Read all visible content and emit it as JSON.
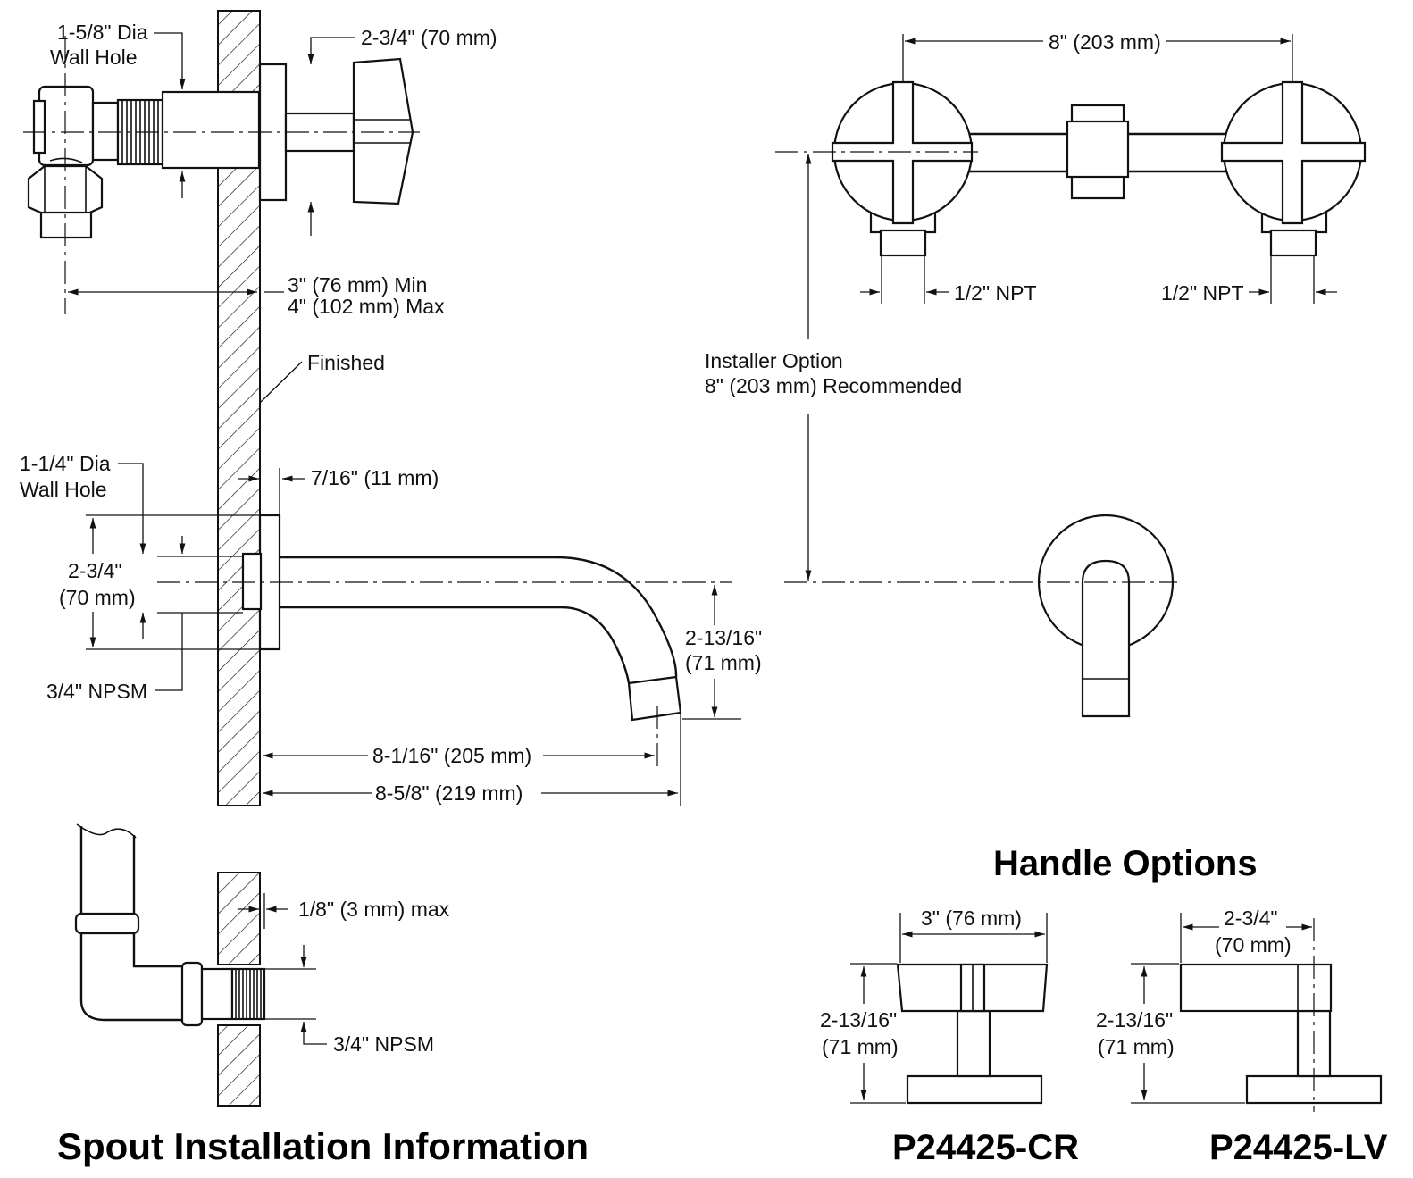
{
  "labels": {
    "wall_hole_1": "1-5/8\" Dia",
    "wall_hole_1b": "Wall Hole",
    "handle_depth": "2-3/4\" (70 mm)",
    "min_depth": "3\" (76 mm) Min",
    "max_depth": "4\" (102 mm) Max",
    "finished": "Finished",
    "wall_hole_2": "1-1/4\" Dia",
    "wall_hole_2b": "Wall Hole",
    "flange_gap": "7/16\" (11 mm)",
    "escutcheon_a": "2-3/4\"",
    "escutcheon_b": "(70 mm)",
    "npsm_spout": "3/4\" NPSM",
    "spout_height_a": "2-13/16\"",
    "spout_height_b": "(71 mm)",
    "spout_reach_1": "8-1/16\" (205 mm)",
    "spout_reach_2": "8-5/8\" (219 mm)",
    "centers": "8\" (203 mm)",
    "npt_left": "1/2\" NPT",
    "npt_right": "1/2\" NPT",
    "installer_a": "Installer Option",
    "installer_b": "8\" (203 mm) Recommended",
    "thread_max": "1/8\" (3 mm) max",
    "npsm_pipe": "3/4\" NPSM",
    "cr_width": "3\" (76 mm)",
    "cr_height_a": "2-13/16\"",
    "cr_height_b": "(71 mm)",
    "lv_width_a": "2-3/4\"",
    "lv_width_b": "(70 mm)",
    "lv_height_a": "2-13/16\"",
    "lv_height_b": "(71 mm)"
  },
  "headings": {
    "handle_options": "Handle Options",
    "spout_installation": "Spout Installation Information",
    "model_cr": "P24425-CR",
    "model_lv": "P24425-LV"
  }
}
